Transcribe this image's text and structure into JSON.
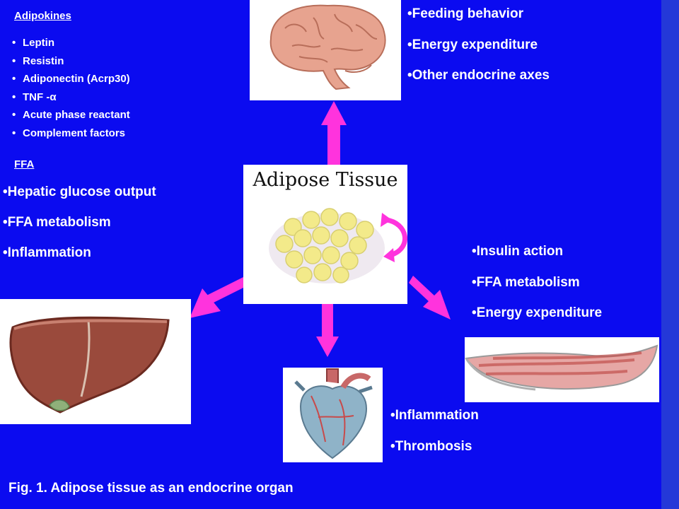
{
  "adipokines": {
    "heading": "Adipokines",
    "items": [
      "Leptin",
      "Resistin",
      "Adiponectin (Acrp30)",
      "TNF -α",
      "Acute phase reactant",
      "Complement factors"
    ]
  },
  "ffa": {
    "heading": "FFA",
    "items": [
      "•Hepatic glucose output",
      "•FFA metabolism",
      "•Inflammation"
    ]
  },
  "brain_effects": [
    "•Feeding behavior",
    "•Energy expenditure",
    "•Other endocrine axes"
  ],
  "center": {
    "title": "Adipose Tissue"
  },
  "muscle_effects": [
    "•Insulin action",
    "•FFA metabolism",
    "•Energy expenditure"
  ],
  "heart_effects": [
    "•Inflammation",
    "•Thrombosis"
  ],
  "caption": "Fig. 1. Adipose tissue as an endocrine organ",
  "colors": {
    "background": "#0b0bf0",
    "arrow": "#ff33dd",
    "text": "#ffffff"
  },
  "icons": [
    "brain-illustration",
    "liver-illustration",
    "heart-illustration",
    "muscle-illustration",
    "fat-cells-illustration",
    "circular-arrow-icon"
  ]
}
